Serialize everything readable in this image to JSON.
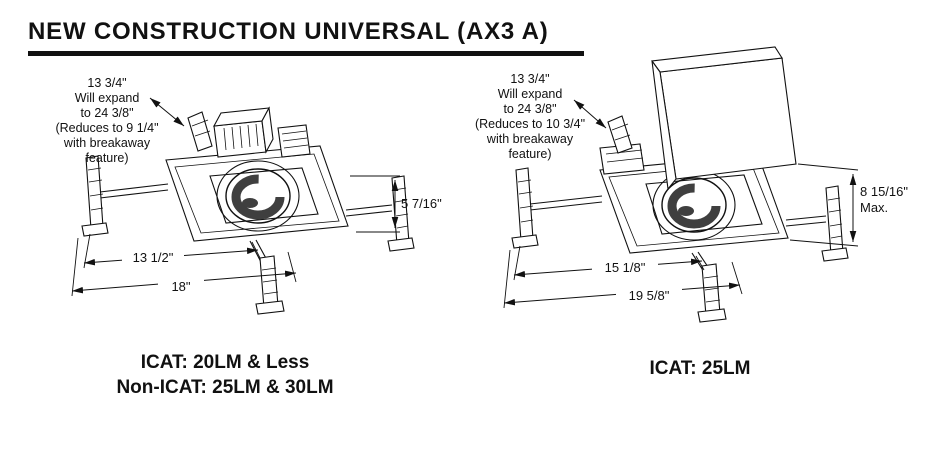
{
  "title": "NEW CONSTRUCTION UNIVERSAL (AX3 A)",
  "left": {
    "expand_note": "13 3/4\"\nWill expand\nto 24 3/8\"\n(Reduces to 9 1/4\"\nwith breakaway\nfeature)",
    "height_dim": "5 7/16\"",
    "width_dim_inner": "13 1/2\"",
    "width_dim_outer": "18\"",
    "caption_line1": "ICAT: 20LM & Less",
    "caption_line2": "Non-ICAT: 25LM & 30LM"
  },
  "right": {
    "expand_note": "13 3/4\"\nWill expand\nto 24 3/8\"\n(Reduces to 10 3/4\"\nwith breakaway\nfeature)",
    "height_dim": "8 15/16\"",
    "height_dim_suffix": "Max.",
    "width_dim_inner": "15 1/8\"",
    "width_dim_outer": "19 5/8\"",
    "caption": "ICAT: 25LM"
  },
  "colors": {
    "ink": "#111111",
    "baffle": "#3f3f3f"
  }
}
